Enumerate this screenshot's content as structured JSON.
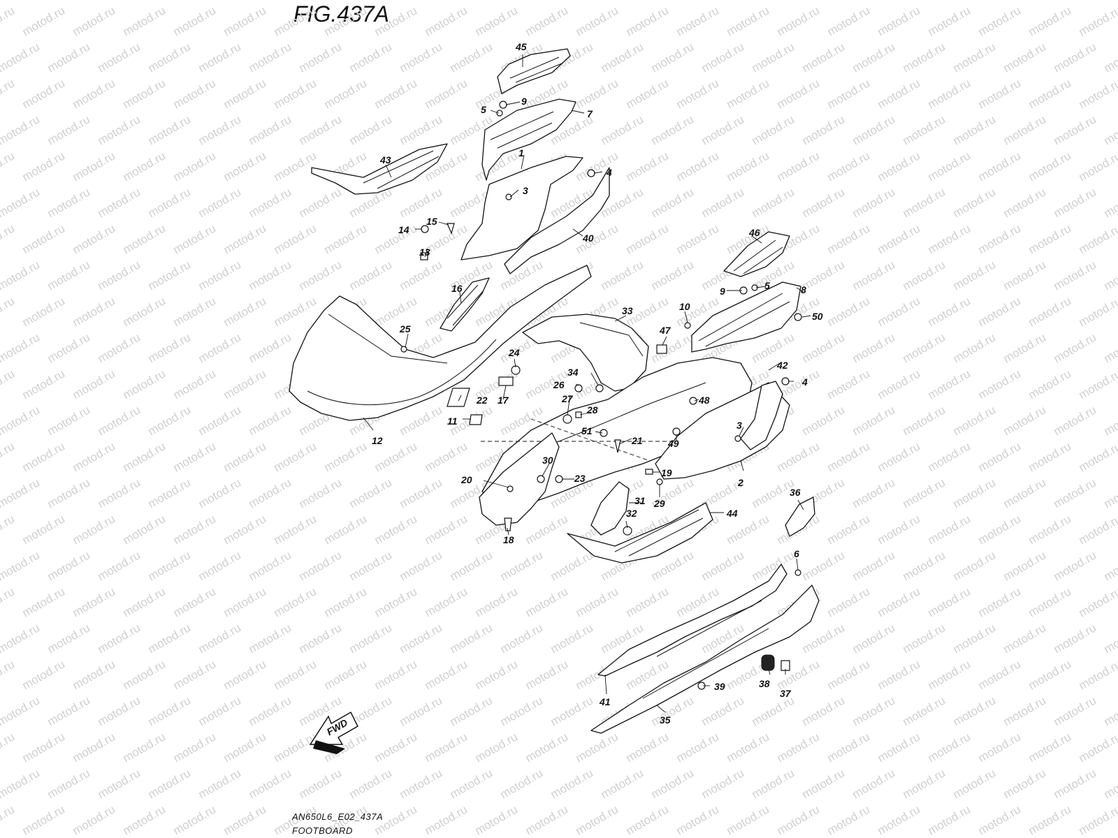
{
  "figure": {
    "title": "FIG.437A",
    "footer_code": "AN650L6_E02_437A",
    "footer_name": "FOOTBOARD",
    "watermark": "motod.ru",
    "fwd_label": "FWD"
  },
  "callouts": {
    "c1": "1",
    "c2": "2",
    "c3a": "3",
    "c3b": "3",
    "c4a": "4",
    "c4b": "4",
    "c5a": "5",
    "c5b": "5",
    "c6": "6",
    "c7": "7",
    "c8": "8",
    "c9a": "9",
    "c9b": "9",
    "c10": "10",
    "c11": "11",
    "c12": "12",
    "c13": "13",
    "c14": "14",
    "c15": "15",
    "c16": "16",
    "c17": "17",
    "c18": "18",
    "c19": "19",
    "c20": "20",
    "c21": "21",
    "c22": "22",
    "c23": "23",
    "c24": "24",
    "c25": "25",
    "c26": "26",
    "c27": "27",
    "c28": "28",
    "c29": "29",
    "c30": "30",
    "c31": "31",
    "c32": "32",
    "c33": "33",
    "c34": "34",
    "c35": "35",
    "c36": "36",
    "c37": "37",
    "c38": "38",
    "c39": "39",
    "c40": "40",
    "c41": "41",
    "c42": "42",
    "c43": "43",
    "c44": "44",
    "c45": "45",
    "c46": "46",
    "c47": "47",
    "c48": "48",
    "c49": "49",
    "c50": "50",
    "c51": "51"
  }
}
